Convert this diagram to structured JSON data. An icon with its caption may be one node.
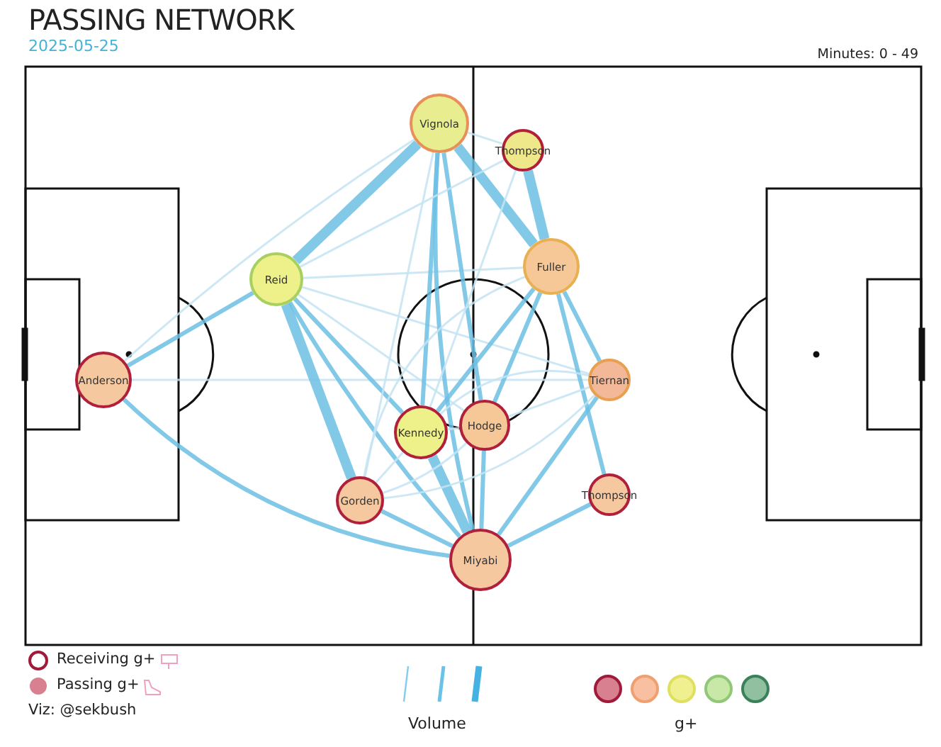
{
  "diagram": {
    "title": "PASSING NETWORK",
    "nodes": [
      {
        "text": [
          "Vignola"
        ]
      },
      {
        "text": [
          "Thompson"
        ]
      },
      {
        "text": [
          "Reid"
        ]
      },
      {
        "text": [
          "Fuller"
        ]
      },
      {
        "text": [
          "Anderson"
        ]
      },
      {
        "text": [
          "Tiernan"
        ]
      },
      {
        "text": [
          "Kennedy"
        ]
      },
      {
        "text": [
          "Hodge"
        ]
      },
      {
        "text": [
          "Gorden"
        ]
      },
      {
        "text": [
          "Thompson"
        ]
      },
      {
        "text": [
          "Miyabi"
        ]
      }
    ],
    "edges": [
      {
        "from": 2,
        "to": 0,
        "arrow": "none",
        "style": "thick"
      },
      {
        "from": 0,
        "to": 3,
        "arrow": "none",
        "style": "thick"
      },
      {
        "from": 4,
        "to": 2,
        "arrow": "none"
      },
      {
        "from": 4,
        "to": 10,
        "arrow": "none"
      },
      {
        "from": 4,
        "to": 0,
        "arrow": "none",
        "color": "#c4e4f2"
      },
      {
        "from": 4,
        "to": 5,
        "arrow": "none",
        "color": "#c4e4f2"
      },
      {
        "from": 2,
        "to": 8,
        "arrow": "none",
        "style": "thick"
      },
      {
        "from": 2,
        "to": 6,
        "arrow": "none"
      },
      {
        "from": 2,
        "to": 10,
        "arrow": "none"
      },
      {
        "from": 2,
        "to": 3,
        "arrow": "none",
        "color": "#c4e4f2"
      },
      {
        "from": 2,
        "to": 7,
        "arrow": "none",
        "color": "#c4e4f2"
      },
      {
        "from": 2,
        "to": 5,
        "arrow": "none",
        "color": "#c4e4f2"
      },
      {
        "from": 0,
        "to": 6,
        "arrow": "none"
      },
      {
        "from": 0,
        "to": 7,
        "arrow": "none"
      },
      {
        "from": 0,
        "to": 10,
        "arrow": "none"
      },
      {
        "from": 0,
        "to": 1,
        "arrow": "none",
        "color": "#c4e4f2"
      },
      {
        "from": 0,
        "to": 8,
        "arrow": "none",
        "color": "#c4e4f2"
      },
      {
        "from": 1,
        "to": 3,
        "arrow": "none",
        "style": "thick"
      },
      {
        "from": 1,
        "to": 6,
        "arrow": "none",
        "color": "#c4e4f2"
      },
      {
        "from": 1,
        "to": 2,
        "arrow": "none",
        "color": "#c4e4f2"
      },
      {
        "from": 3,
        "to": 6,
        "arrow": "none"
      },
      {
        "from": 3,
        "to": 7,
        "arrow": "none"
      },
      {
        "from": 3,
        "to": 5,
        "arrow": "none"
      },
      {
        "from": 3,
        "to": 9,
        "arrow": "none"
      },
      {
        "from": 3,
        "to": 8,
        "arrow": "none",
        "color": "#c4e4f2"
      },
      {
        "from": 6,
        "to": 10,
        "arrow": "none",
        "style": "thick"
      },
      {
        "from": 6,
        "to": 7,
        "arrow": "none",
        "color": "#c4e4f2"
      },
      {
        "from": 6,
        "to": 8,
        "arrow": "none",
        "color": "#c4e4f2"
      },
      {
        "from": 7,
        "to": 10,
        "arrow": "none"
      },
      {
        "from": 7,
        "to": 8,
        "arrow": "none",
        "color": "#c4e4f2"
      },
      {
        "from": 7,
        "to": 5,
        "arrow": "none",
        "color": "#c4e4f2"
      },
      {
        "from": 5,
        "to": 10,
        "arrow": "none"
      },
      {
        "from": 5,
        "to": 8,
        "arrow": "none",
        "color": "#c4e4f2"
      },
      {
        "from": 9,
        "to": 10,
        "arrow": "none"
      },
      {
        "from": 8,
        "to": 10,
        "arrow": "none"
      },
      {
        "from": 6,
        "to": 5,
        "arrow": "none",
        "color": "#c4e4f2"
      }
    ],
    "labels": [
      "2025-05-25",
      "Minutes: 0 - 49",
      "Volume",
      "g+",
      "Viz: @sekbush"
    ],
    "legend": [
      {
        "text": "Receiving g+"
      },
      {
        "text": "Passing g+",
        "color": "#d88090"
      }
    ]
  }
}
